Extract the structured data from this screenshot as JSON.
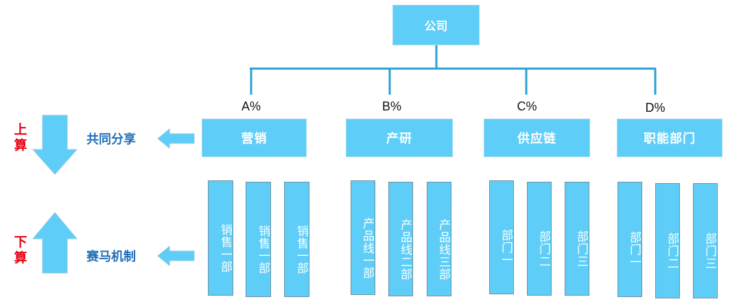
{
  "root": {
    "label": "公司"
  },
  "departments": [
    {
      "name": "营销",
      "percent": "A%",
      "subs": [
        "销售一部",
        "销售一部",
        "销售一部"
      ]
    },
    {
      "name": "产研",
      "percent": "B%",
      "subs": [
        "产品线一部",
        "产品线二部",
        "产品线三部"
      ]
    },
    {
      "name": "供应链",
      "percent": "C%",
      "subs": [
        "部门一",
        "部门二",
        "部门三"
      ]
    },
    {
      "name": "职能部门",
      "percent": "D%",
      "subs": [
        "部门一",
        "部门二",
        "部门三"
      ]
    }
  ],
  "left_panel": {
    "top": {
      "calc": "上算",
      "label": "共同分享"
    },
    "bottom": {
      "calc": "下算",
      "label": "赛马机制"
    }
  },
  "colors": {
    "box_fill": "#5ecef8",
    "connector": "#2a9fd6",
    "arrow_fill": "#5ecef8",
    "label_blue": "#1f6fb8",
    "calc_red": "#e60012"
  }
}
